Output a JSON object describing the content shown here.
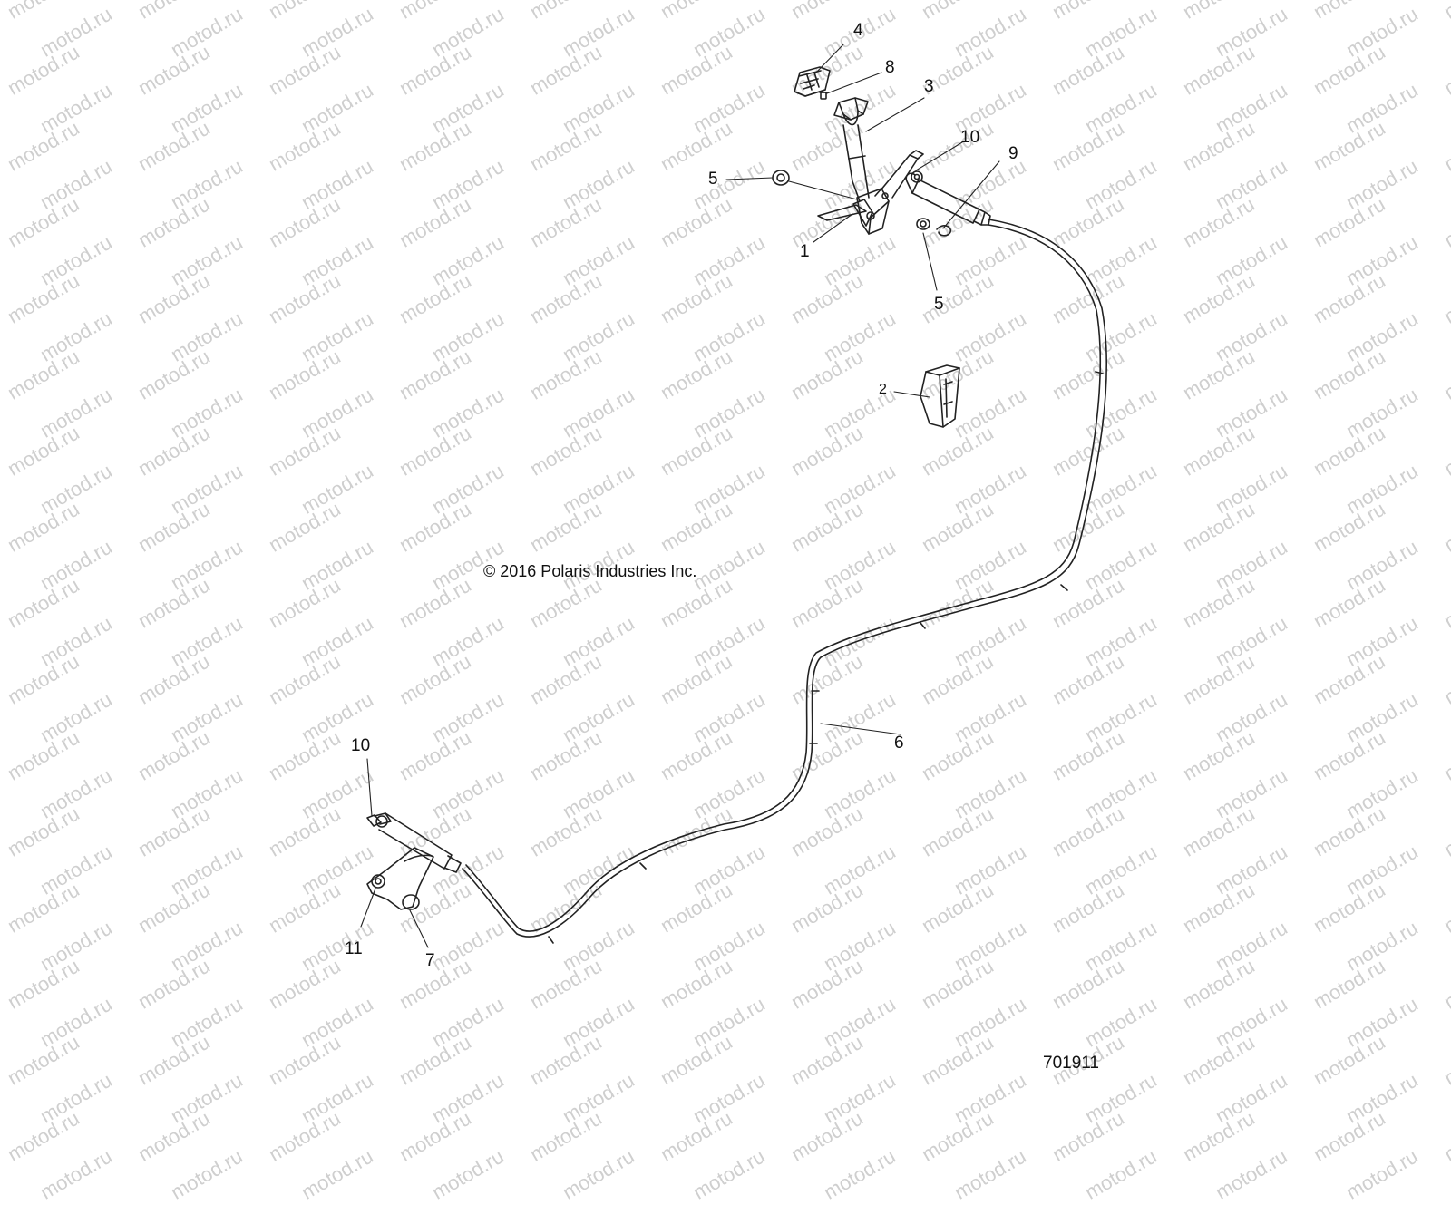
{
  "watermark": {
    "text": "motod.ru"
  },
  "copyright": "© 2016 Polaris Industries Inc.",
  "figure_number": "701911",
  "callouts": {
    "c1": "1",
    "c2": "2",
    "c3": "3",
    "c4": "4",
    "c5a": "5",
    "c5b": "5",
    "c6": "6",
    "c7": "7",
    "c8": "8",
    "c9": "9",
    "c10a": "10",
    "c10b": "10",
    "c11": "11"
  }
}
